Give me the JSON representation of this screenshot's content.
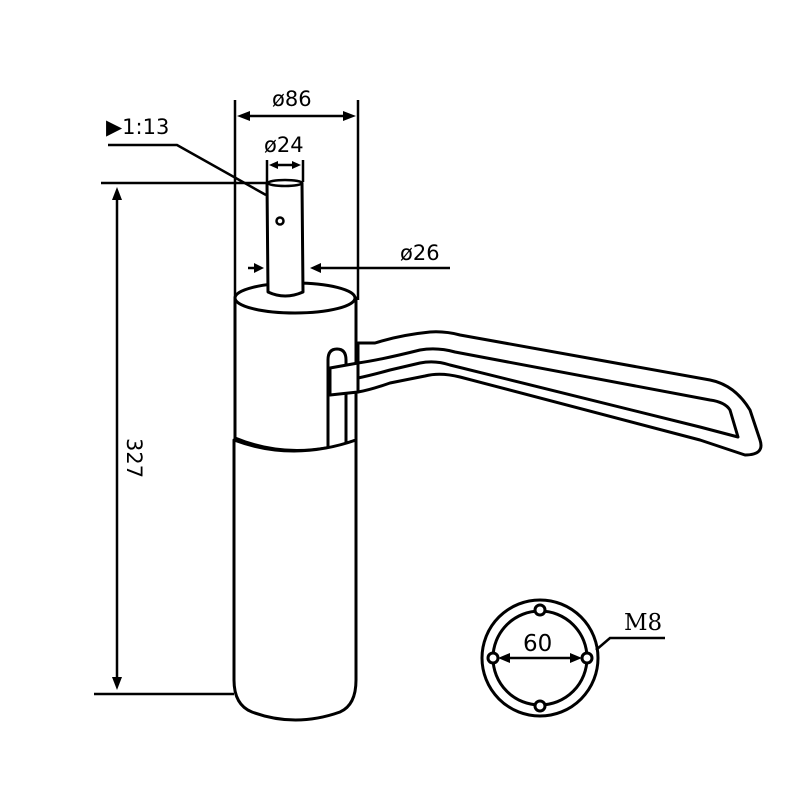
{
  "diagram": {
    "subject": "gas lift cylinder with lever",
    "colors": {
      "stroke": "#000000",
      "background": "#ffffff"
    },
    "dimensions": {
      "outer_diameter": {
        "label": "ø86"
      },
      "pin_diameter": {
        "label": "ø24"
      },
      "taper": {
        "label": "▶1:13"
      },
      "rod_diameter": {
        "label": "ø26"
      },
      "height": {
        "label": "327"
      },
      "bolt_circle": {
        "label": "60"
      },
      "bolt_thread": {
        "label": "M8"
      }
    }
  }
}
